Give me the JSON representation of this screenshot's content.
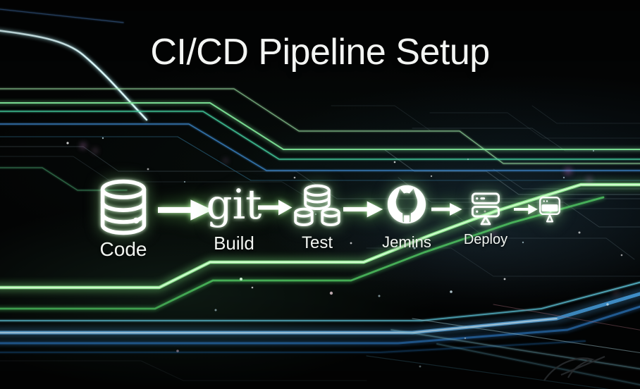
{
  "title": "CI/CD Pipeline Setup",
  "pipeline": {
    "git_logo_text": "git",
    "stages": [
      {
        "label": "Code",
        "icon": "database-icon"
      },
      {
        "label": "Build",
        "icon": "git-logo"
      },
      {
        "label": "Test",
        "icon": "database-stack-icon"
      },
      {
        "label": "Jemins",
        "icon": "octocat-icon"
      },
      {
        "label": "Deploy",
        "icon": "server-icon"
      },
      {
        "label": "",
        "icon": "monitor-icon"
      }
    ],
    "arrow_count": 5
  },
  "colors": {
    "background": "#030404",
    "title_text": "#f3f5f3",
    "icon_white": "#ffffff",
    "glow_green": "#84f286",
    "line_green": "#7fe598",
    "line_cyan": "#66d4ea",
    "line_blue": "#49a4e6",
    "accent_magenta": "#c583c5"
  }
}
